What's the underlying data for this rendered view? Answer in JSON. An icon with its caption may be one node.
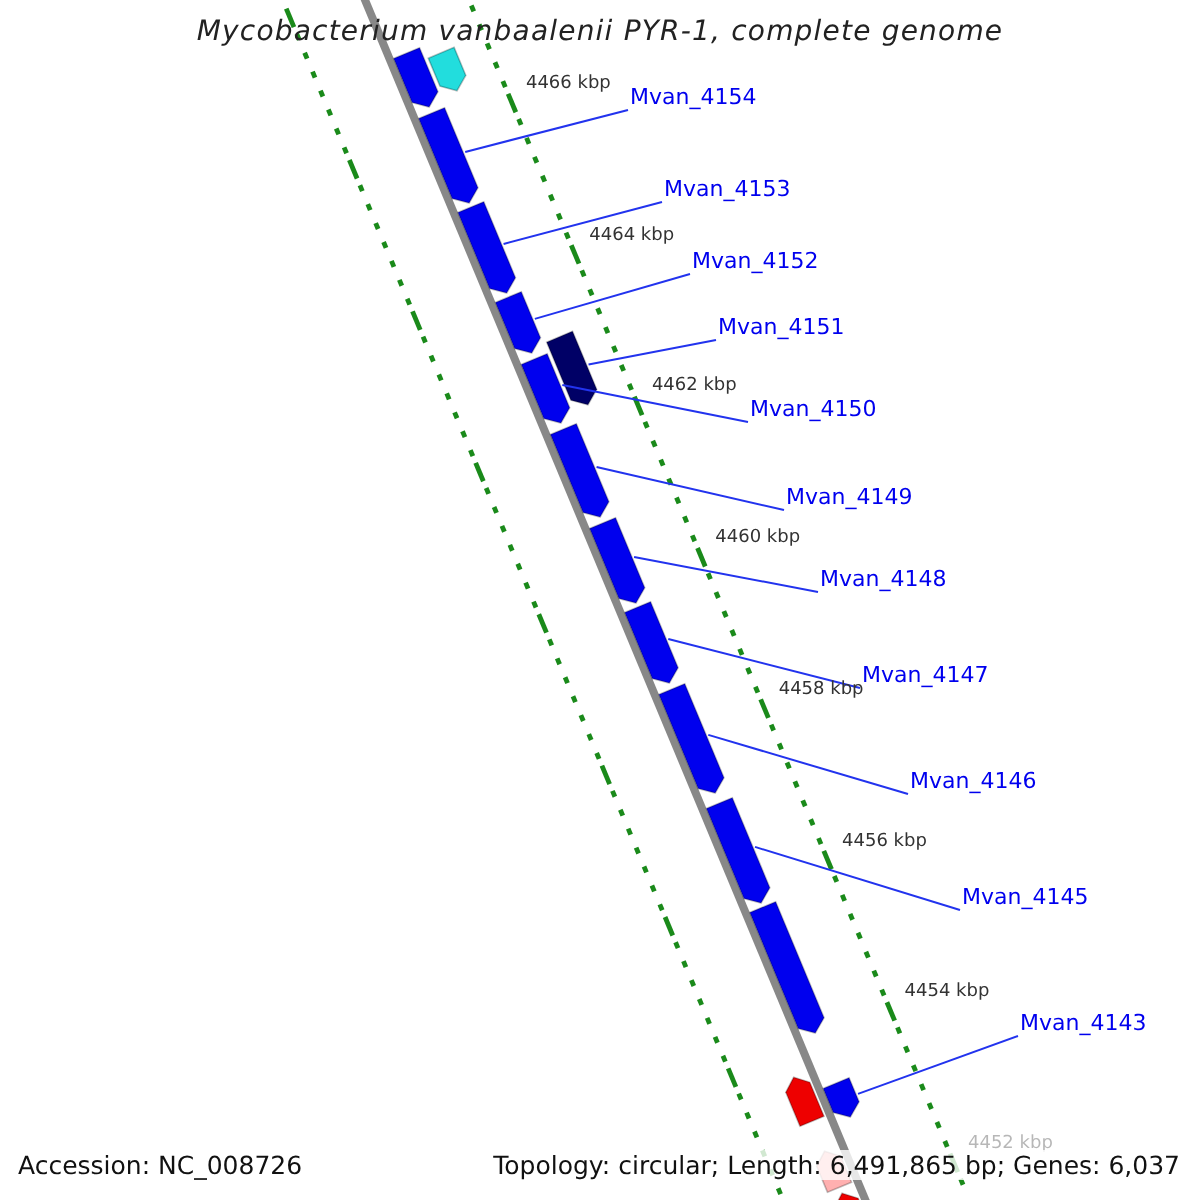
{
  "diagram": {
    "title": "Mycobacterium vanbaalenii PYR-1, complete genome",
    "nodes": [
      {
        "text": [
          "Mvan_4154"
        ]
      },
      {
        "text": [
          "Mvan_4153"
        ]
      },
      {
        "text": [
          "Mvan_4152"
        ]
      },
      {
        "text": [
          "Mvan_4151"
        ]
      },
      {
        "text": [
          "Mvan_4150"
        ]
      },
      {
        "text": [
          "Mvan_4149"
        ]
      },
      {
        "text": [
          "Mvan_4148"
        ]
      },
      {
        "text": [
          "Mvan_4147"
        ]
      },
      {
        "text": [
          "Mvan_4146"
        ]
      },
      {
        "text": [
          "Mvan_4145"
        ]
      },
      {
        "text": [
          "Mvan_4143"
        ]
      },
      {
        "text": [],
        "shape": "bar"
      },
      {
        "text": [],
        "shape": "bar"
      },
      {
        "text": [],
        "shape": "bar"
      },
      {
        "text": [],
        "shape": "bar"
      },
      {
        "text": [],
        "shape": "bar"
      },
      {
        "text": [],
        "shape": "bar"
      },
      {
        "text": [],
        "shape": "bar"
      },
      {
        "text": [],
        "shape": "bar"
      },
      {
        "text": [],
        "shape": "bar"
      },
      {
        "text": [],
        "shape": "bar"
      },
      {
        "text": [],
        "shape": "bar"
      },
      {
        "text": [],
        "shape": "bar"
      },
      {
        "text": [],
        "shape": "bar"
      },
      {
        "text": [],
        "shape": "bar"
      },
      {
        "text": [],
        "shape": "bar"
      },
      {
        "text": [],
        "shape": "bar"
      },
      {
        "text": [],
        "shape": "bar"
      }
    ],
    "edges": [
      {
        "from": 0,
        "to": 13,
        "arrow": "none"
      },
      {
        "from": 1,
        "to": 14,
        "arrow": "none"
      },
      {
        "from": 2,
        "to": 15,
        "arrow": "none"
      },
      {
        "from": 3,
        "to": 16,
        "arrow": "none"
      },
      {
        "from": 4,
        "to": 17,
        "arrow": "none"
      },
      {
        "from": 5,
        "to": 18,
        "arrow": "none"
      },
      {
        "from": 6,
        "to": 19,
        "arrow": "none"
      },
      {
        "from": 7,
        "to": 20,
        "arrow": "none"
      },
      {
        "from": 8,
        "to": 21,
        "arrow": "none"
      },
      {
        "from": 9,
        "to": 22,
        "arrow": "none"
      },
      {
        "from": 10,
        "to": 25,
        "arrow": "none"
      }
    ],
    "labels": [
      "4466 kbp",
      "4464 kbp",
      "4462 kbp",
      "4460 kbp",
      "4458 kbp",
      "4456 kbp",
      "4454 kbp",
      "4452 kbp",
      "Accession: NC_008726",
      "Topology: circular; Length: 6,491,865 bp; Genes: 6,037"
    ]
  }
}
